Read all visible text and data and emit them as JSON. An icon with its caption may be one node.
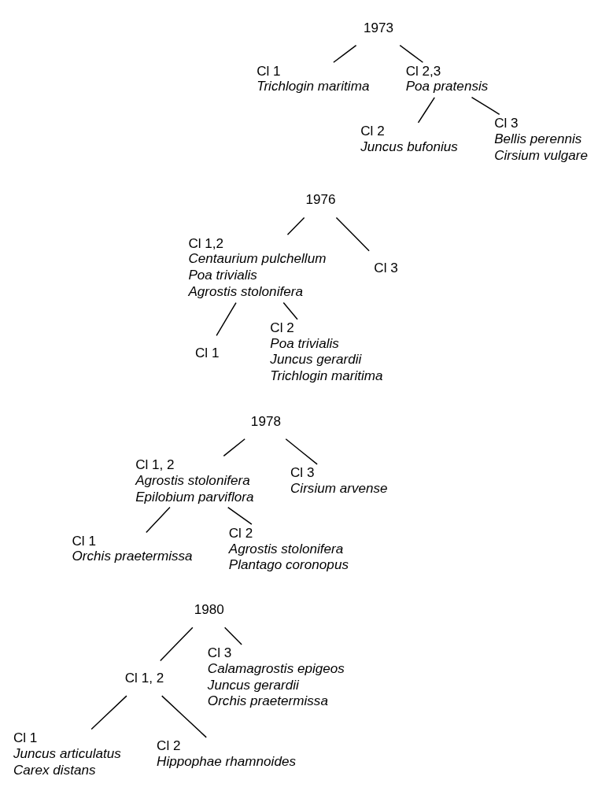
{
  "diagram": {
    "nodes": [
      {
        "text": [
          "1973"
        ]
      },
      {
        "text": [
          "Cl 1",
          "Trichlogin maritima"
        ]
      },
      {
        "text": [
          "Cl 2,3",
          "Poa pratensis"
        ]
      },
      {
        "text": [
          "Cl 2",
          "Juncus bufonius"
        ]
      },
      {
        "text": [
          "Cl 3",
          "Bellis perennis",
          "Cirsium vulgare"
        ]
      },
      {
        "text": [
          "1976"
        ]
      },
      {
        "text": [
          "Cl 1,2",
          "Centaurium pulchellum",
          "Poa trivialis",
          "Agrostis stolonifera"
        ]
      },
      {
        "text": [
          "Cl 3"
        ]
      },
      {
        "text": [
          "Cl 1"
        ]
      },
      {
        "text": [
          "Cl 2",
          "Poa trivialis",
          "Juncus gerardii",
          "Trichlogin maritima"
        ]
      },
      {
        "text": [
          "1978"
        ]
      },
      {
        "text": [
          "Cl 1, 2",
          "Agrostis stolonifera",
          "Epilobium parviflora"
        ]
      },
      {
        "text": [
          "Cl 3",
          "Cirsium arvense"
        ]
      },
      {
        "text": [
          "Cl 1",
          "Orchis praetermissa"
        ]
      },
      {
        "text": [
          "Cl 2",
          "Agrostis stolonifera",
          "Plantago coronopus"
        ]
      },
      {
        "text": [
          "1980"
        ]
      },
      {
        "text": [
          "Cl 1, 2"
        ]
      },
      {
        "text": [
          "Cl 3",
          "Calamagrostis epigeos",
          "Juncus gerardii",
          "Orchis praetermissa"
        ]
      },
      {
        "text": [
          "Cl 1",
          "Juncus articulatus",
          "Carex distans"
        ]
      },
      {
        "text": [
          "Cl 2",
          "Hippophae rhamnoides"
        ]
      }
    ],
    "edges": [
      {
        "from": 0,
        "to": 1,
        "arrow": "none"
      },
      {
        "from": 0,
        "to": 2,
        "arrow": "none"
      },
      {
        "from": 2,
        "to": 3,
        "arrow": "none"
      },
      {
        "from": 2,
        "to": 4,
        "arrow": "none"
      },
      {
        "from": 5,
        "to": 6,
        "arrow": "none"
      },
      {
        "from": 5,
        "to": 7,
        "arrow": "none"
      },
      {
        "from": 6,
        "to": 8,
        "arrow": "none"
      },
      {
        "from": 6,
        "to": 9,
        "arrow": "none"
      },
      {
        "from": 10,
        "to": 11,
        "arrow": "none"
      },
      {
        "from": 10,
        "to": 12,
        "arrow": "none"
      },
      {
        "from": 11,
        "to": 13,
        "arrow": "none"
      },
      {
        "from": 11,
        "to": 14,
        "arrow": "none"
      },
      {
        "from": 15,
        "to": 16,
        "arrow": "none"
      },
      {
        "from": 15,
        "to": 17,
        "arrow": "none"
      },
      {
        "from": 16,
        "to": 18,
        "arrow": "none"
      },
      {
        "from": 16,
        "to": 19,
        "arrow": "none"
      }
    ]
  }
}
